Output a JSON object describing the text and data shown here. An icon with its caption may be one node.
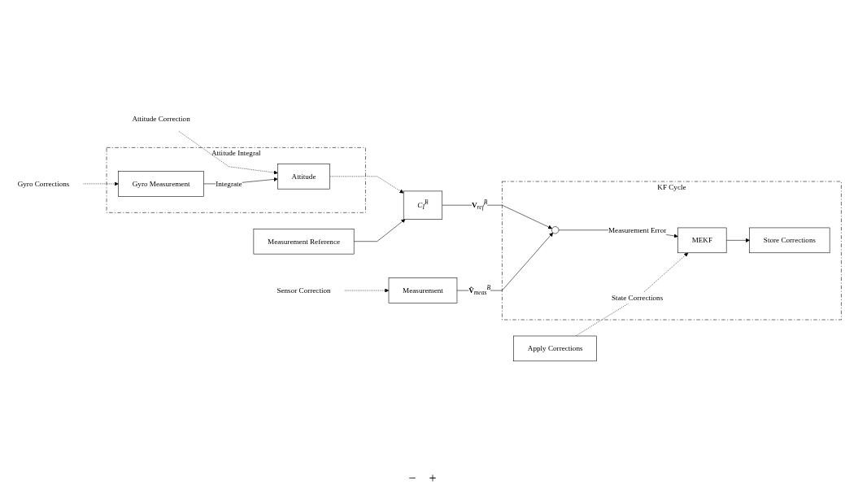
{
  "diagram": {
    "nodes": [
      {
        "text": [
          "Attitude Integral"
        ]
      },
      {
        "text": [
          "Gyro Corrections"
        ]
      },
      {
        "text": [
          "Attitude Correction"
        ]
      },
      {
        "text": [
          "Gyro Measurement"
        ],
        "in": 0
      },
      {
        "text": [
          "Attitude"
        ],
        "in": 0
      },
      {
        "text": [
          "Measurement Reference"
        ]
      },
      {
        "text": [
          "*C*$_{I}$$^{B}$"
        ]
      },
      {
        "text": [
          "Apply Corrections"
        ]
      },
      {
        "text": [
          "KF Cycle"
        ]
      },
      {
        "text": [
          "Measurement"
        ]
      },
      {
        "text": [
          "Sensor Correction"
        ]
      },
      {
        "text": [],
        "shape": "circle",
        "in": 8
      },
      {
        "text": [
          "MEKF"
        ],
        "in": 8
      },
      {
        "text": [
          "Store Corrections"
        ],
        "in": 8
      }
    ],
    "edges": [
      {
        "from": 1,
        "to": 3,
        "arrow": "to",
        "style": "dashed"
      },
      {
        "from": 2,
        "to": 4,
        "arrow": "to",
        "style": "dashed"
      },
      {
        "from": 3,
        "to": 4,
        "arrow": "to",
        "label": "Integrate"
      },
      {
        "from": 4,
        "to": 6,
        "arrow": "to",
        "style": "dashed"
      },
      {
        "from": 5,
        "to": 6,
        "arrow": "to"
      },
      {
        "from": 6,
        "to": 11,
        "arrow": "to",
        "label": "**V**$_{ref}$$^{B}$"
      },
      {
        "from": 9,
        "to": 11,
        "arrow": "to",
        "label": "**V̂**$_{meas}$$^{B}$"
      },
      {
        "from": 11,
        "to": 12,
        "arrow": "to",
        "label": "Measurement Error"
      },
      {
        "from": 7,
        "to": 12,
        "arrow": "to",
        "style": "dashed",
        "label": "State Corrections"
      },
      {
        "from": 12,
        "to": 13,
        "arrow": "to"
      },
      {
        "from": 10,
        "to": 9,
        "arrow": "to",
        "style": "dashed"
      }
    ],
    "labels": [
      "−",
      "+"
    ]
  }
}
